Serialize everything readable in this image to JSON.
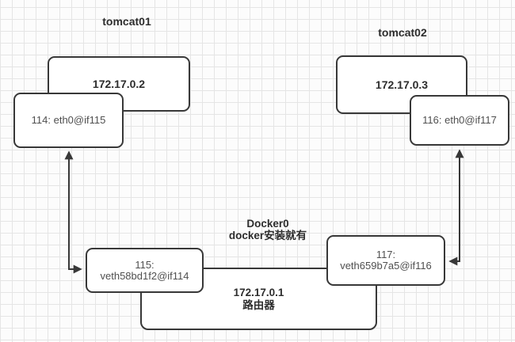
{
  "labels": {
    "tomcat01": "tomcat01",
    "tomcat02": "tomcat02",
    "docker0_title": "Docker0",
    "docker0_subtitle": "docker安装就有",
    "router_ip": "172.17.0.1",
    "router_label": "路由器"
  },
  "nodes": {
    "tomcat01_ip": "172.17.0.2",
    "tomcat01_eth": "114: eth0@if115",
    "tomcat02_ip": "172.17.0.3",
    "tomcat02_eth": "116: eth0@if117",
    "veth_left_line1": "115:",
    "veth_left_line2": "veth58bd1f2@if114",
    "veth_right_line1": "117:",
    "veth_right_line2": "veth659b7a5@if116"
  },
  "colors": {
    "stroke": "#383838",
    "text_primary": "#2d2d2d",
    "text_secondary": "#4f4f4f",
    "grid_line": "#e5e5e5",
    "canvas_bg": "#fcfcfc",
    "node_fill": "#ffffff"
  }
}
